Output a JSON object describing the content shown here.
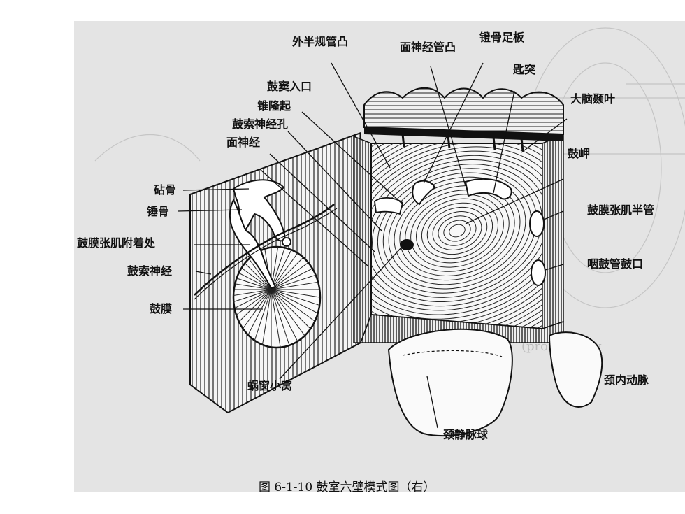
{
  "labels": {
    "lateral_semicircular_prominence": "外半规管凸",
    "facial_canal_prominence": "面神经管凸",
    "stapes_footplate": "镫骨足板",
    "cochleariform_process": "匙突",
    "temporal_lobe": "大脑颞叶",
    "aditus_ad_antrum": "鼓窦入口",
    "pyramidal_eminence": "锥隆起",
    "chorda_tympani_foramen": "鼓索神经孔",
    "facial_nerve": "面神经",
    "promontory": "鼓岬",
    "incus": "砧骨",
    "malleus": "锤骨",
    "tensor_tympani_semicanal": "鼓膜张肌半管",
    "tensor_tympani_attachment": "鼓膜张肌附着处",
    "eustachian_orifice": "咽鼓管鼓口",
    "chorda_tympani": "鼓索神经",
    "tympanic_membrane": "鼓膜",
    "internal_carotid": "颈内动脉",
    "round_window_niche": "蜗窗小窝",
    "jugular_bulb": "颈静脉球"
  },
  "caption": "图 6-1-10    鼓室六壁模式图（右）",
  "colors": {
    "ink": "#111111",
    "paper": "#e4e4e4"
  }
}
